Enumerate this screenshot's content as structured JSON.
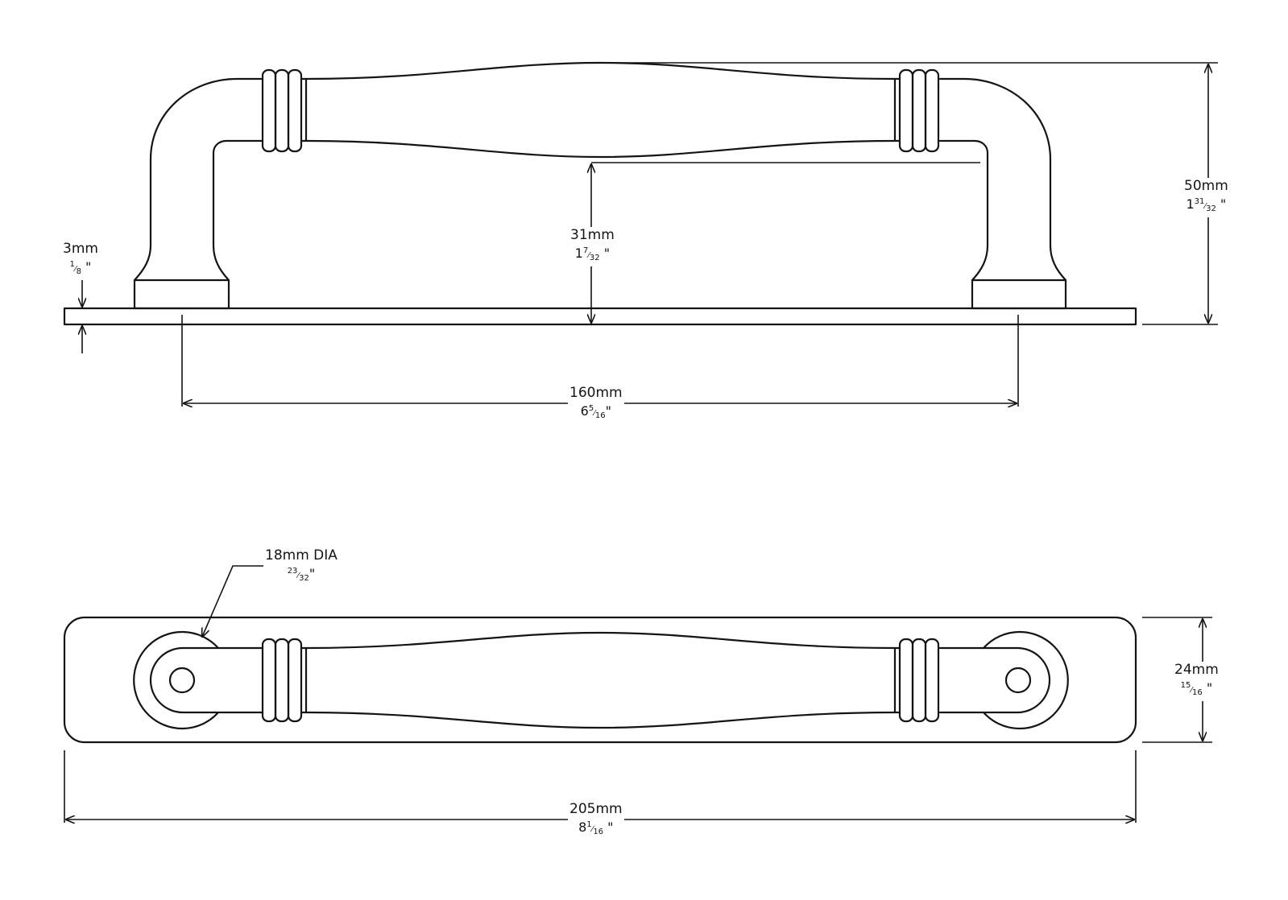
{
  "dimensions": {
    "plate_thickness": {
      "metric": "3mm",
      "inch_whole": "",
      "inch_num": "1",
      "inch_den": "8",
      "inch_mark": "\""
    },
    "clearance": {
      "metric": "31mm",
      "inch_whole": "1",
      "inch_num": "7",
      "inch_den": "32",
      "inch_mark": "\""
    },
    "total_height": {
      "metric": "50mm",
      "inch_whole": "1",
      "inch_num": "31",
      "inch_den": "32",
      "inch_mark": "\""
    },
    "hole_centres": {
      "metric": "160mm",
      "inch_whole": "6",
      "inch_num": "5",
      "inch_den": "16",
      "inch_mark": "\""
    },
    "boss_diameter": {
      "metric": "18mm DIA",
      "inch_whole": "",
      "inch_num": "23",
      "inch_den": "32",
      "inch_mark": "\""
    },
    "plate_width": {
      "metric": "24mm",
      "inch_whole": "",
      "inch_num": "15",
      "inch_den": "16",
      "inch_mark": "\""
    },
    "overall_length": {
      "metric": "205mm",
      "inch_whole": "8",
      "inch_num": "1",
      "inch_den": "16",
      "inch_mark": "\""
    }
  },
  "colors": {
    "line": "#141414",
    "background": "#ffffff"
  }
}
